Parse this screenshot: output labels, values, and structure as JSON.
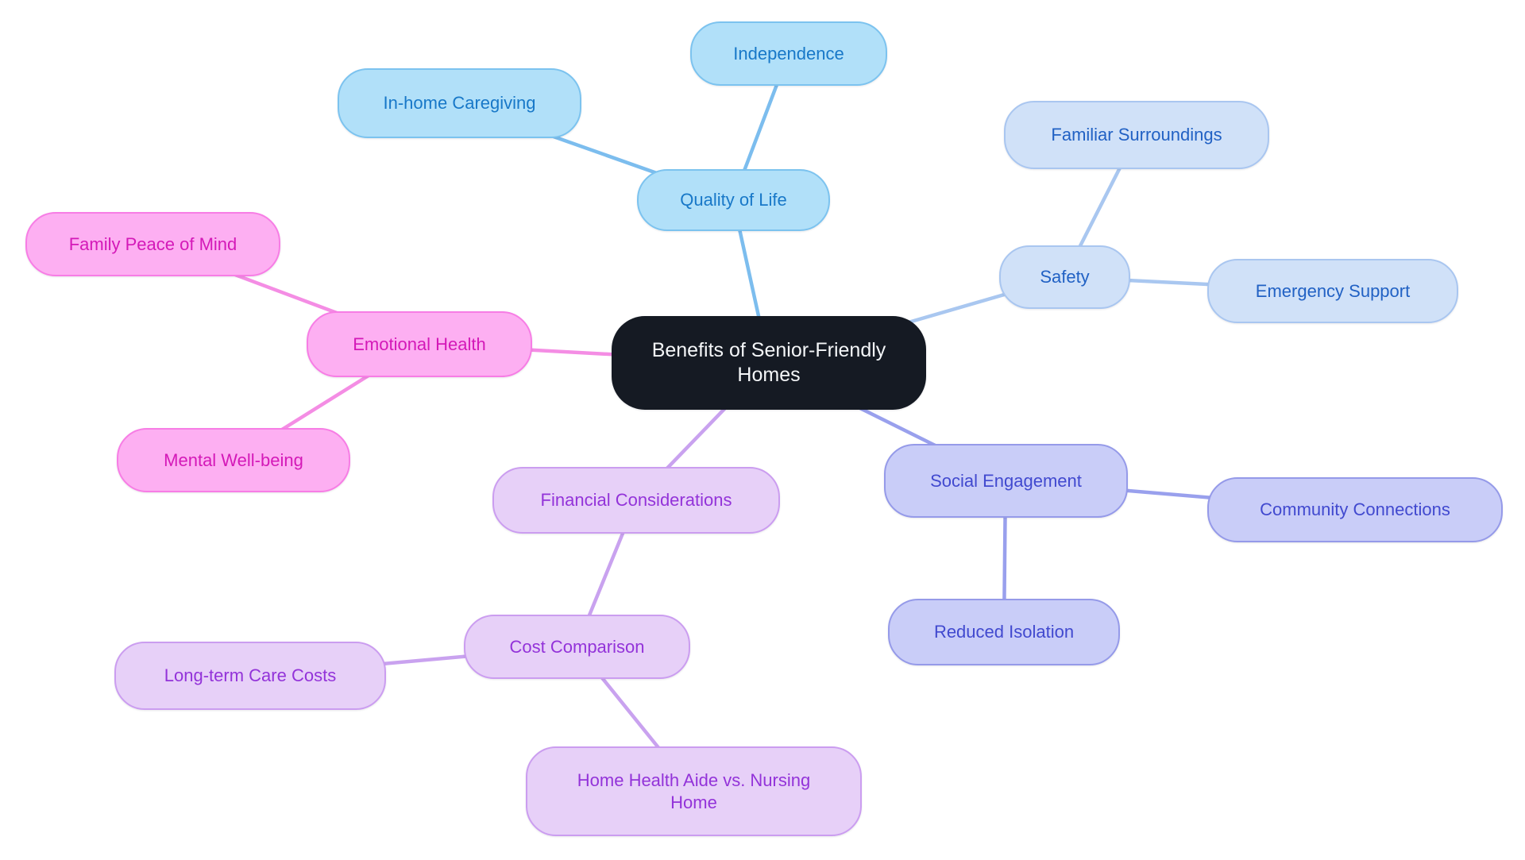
{
  "diagram": {
    "type": "mindmap",
    "background_color": "#ffffff",
    "title": "Benefits of Senior-Friendly Homes"
  },
  "nodes": {
    "center": {
      "label": "Benefits of Senior-Friendly Homes",
      "fill": "#151a23",
      "text_color": "#f4f6f8"
    },
    "quality_of_life": {
      "label": "Quality of Life",
      "fill": "#b1e0f9",
      "border": "#7cc3ef",
      "text_color": "#1878c8"
    },
    "in_home_caregiving": {
      "label": "In-home Caregiving",
      "fill": "#b1e0f9",
      "border": "#7cc3ef",
      "text_color": "#1878c8"
    },
    "independence": {
      "label": "Independence",
      "fill": "#b1e0f9",
      "border": "#7cc3ef",
      "text_color": "#1878c8"
    },
    "safety": {
      "label": "Safety",
      "fill": "#d0e1f8",
      "border": "#a9c6f0",
      "text_color": "#2161c4"
    },
    "familiar_surroundings": {
      "label": "Familiar Surroundings",
      "fill": "#d0e1f8",
      "border": "#a9c6f0",
      "text_color": "#2161c4"
    },
    "emergency_support": {
      "label": "Emergency Support",
      "fill": "#d0e1f8",
      "border": "#a9c6f0",
      "text_color": "#2161c4"
    },
    "emotional_health": {
      "label": "Emotional Health",
      "fill": "#fdaff2",
      "border": "#f77de5",
      "text_color": "#d419b8"
    },
    "family_peace_of_mind": {
      "label": "Family Peace of Mind",
      "fill": "#fdaff2",
      "border": "#f77de5",
      "text_color": "#d419b8"
    },
    "mental_well_being": {
      "label": "Mental Well-being",
      "fill": "#fdaff2",
      "border": "#f77de5",
      "text_color": "#d419b8"
    },
    "financial_considerations": {
      "label": "Financial Considerations",
      "fill": "#e7d0f8",
      "border": "#cb9df0",
      "text_color": "#9333d9"
    },
    "cost_comparison": {
      "label": "Cost Comparison",
      "fill": "#e7d0f8",
      "border": "#cb9df0",
      "text_color": "#9333d9"
    },
    "long_term_care_costs": {
      "label": "Long-term Care Costs",
      "fill": "#e7d0f8",
      "border": "#cb9df0",
      "text_color": "#9333d9"
    },
    "home_health_aide_vs_nursing_home": {
      "label": "Home Health Aide vs. Nursing Home",
      "fill": "#e7d0f8",
      "border": "#cb9df0",
      "text_color": "#9333d9"
    },
    "social_engagement": {
      "label": "Social Engagement",
      "fill": "#c9cdf8",
      "border": "#959ae9",
      "text_color": "#4149cf"
    },
    "community_connections": {
      "label": "Community Connections",
      "fill": "#c9cdf8",
      "border": "#959ae9",
      "text_color": "#4149cf"
    },
    "reduced_isolation": {
      "label": "Reduced Isolation",
      "fill": "#c9cdf8",
      "border": "#959ae9",
      "text_color": "#4149cf"
    }
  },
  "edges": [
    {
      "from": "center",
      "to": "quality_of_life",
      "color": "#7cbdee"
    },
    {
      "from": "quality_of_life",
      "to": "in_home_caregiving",
      "color": "#7cbdee"
    },
    {
      "from": "quality_of_life",
      "to": "independence",
      "color": "#7cbdee"
    },
    {
      "from": "center",
      "to": "safety",
      "color": "#a9c7f0"
    },
    {
      "from": "safety",
      "to": "familiar_surroundings",
      "color": "#a9c7f0"
    },
    {
      "from": "safety",
      "to": "emergency_support",
      "color": "#a9c7f0"
    },
    {
      "from": "center",
      "to": "emotional_health",
      "color": "#f48de4"
    },
    {
      "from": "emotional_health",
      "to": "family_peace_of_mind",
      "color": "#f48de4"
    },
    {
      "from": "emotional_health",
      "to": "mental_well_being",
      "color": "#f48de4"
    },
    {
      "from": "center",
      "to": "financial_considerations",
      "color": "#c9a2ef"
    },
    {
      "from": "financial_considerations",
      "to": "cost_comparison",
      "color": "#c9a2ef"
    },
    {
      "from": "cost_comparison",
      "to": "long_term_care_costs",
      "color": "#c9a2ef"
    },
    {
      "from": "cost_comparison",
      "to": "home_health_aide_vs_nursing_home",
      "color": "#c9a2ef"
    },
    {
      "from": "center",
      "to": "social_engagement",
      "color": "#99a0ed"
    },
    {
      "from": "social_engagement",
      "to": "community_connections",
      "color": "#99a0ed"
    },
    {
      "from": "social_engagement",
      "to": "reduced_isolation",
      "color": "#99a0ed"
    }
  ]
}
